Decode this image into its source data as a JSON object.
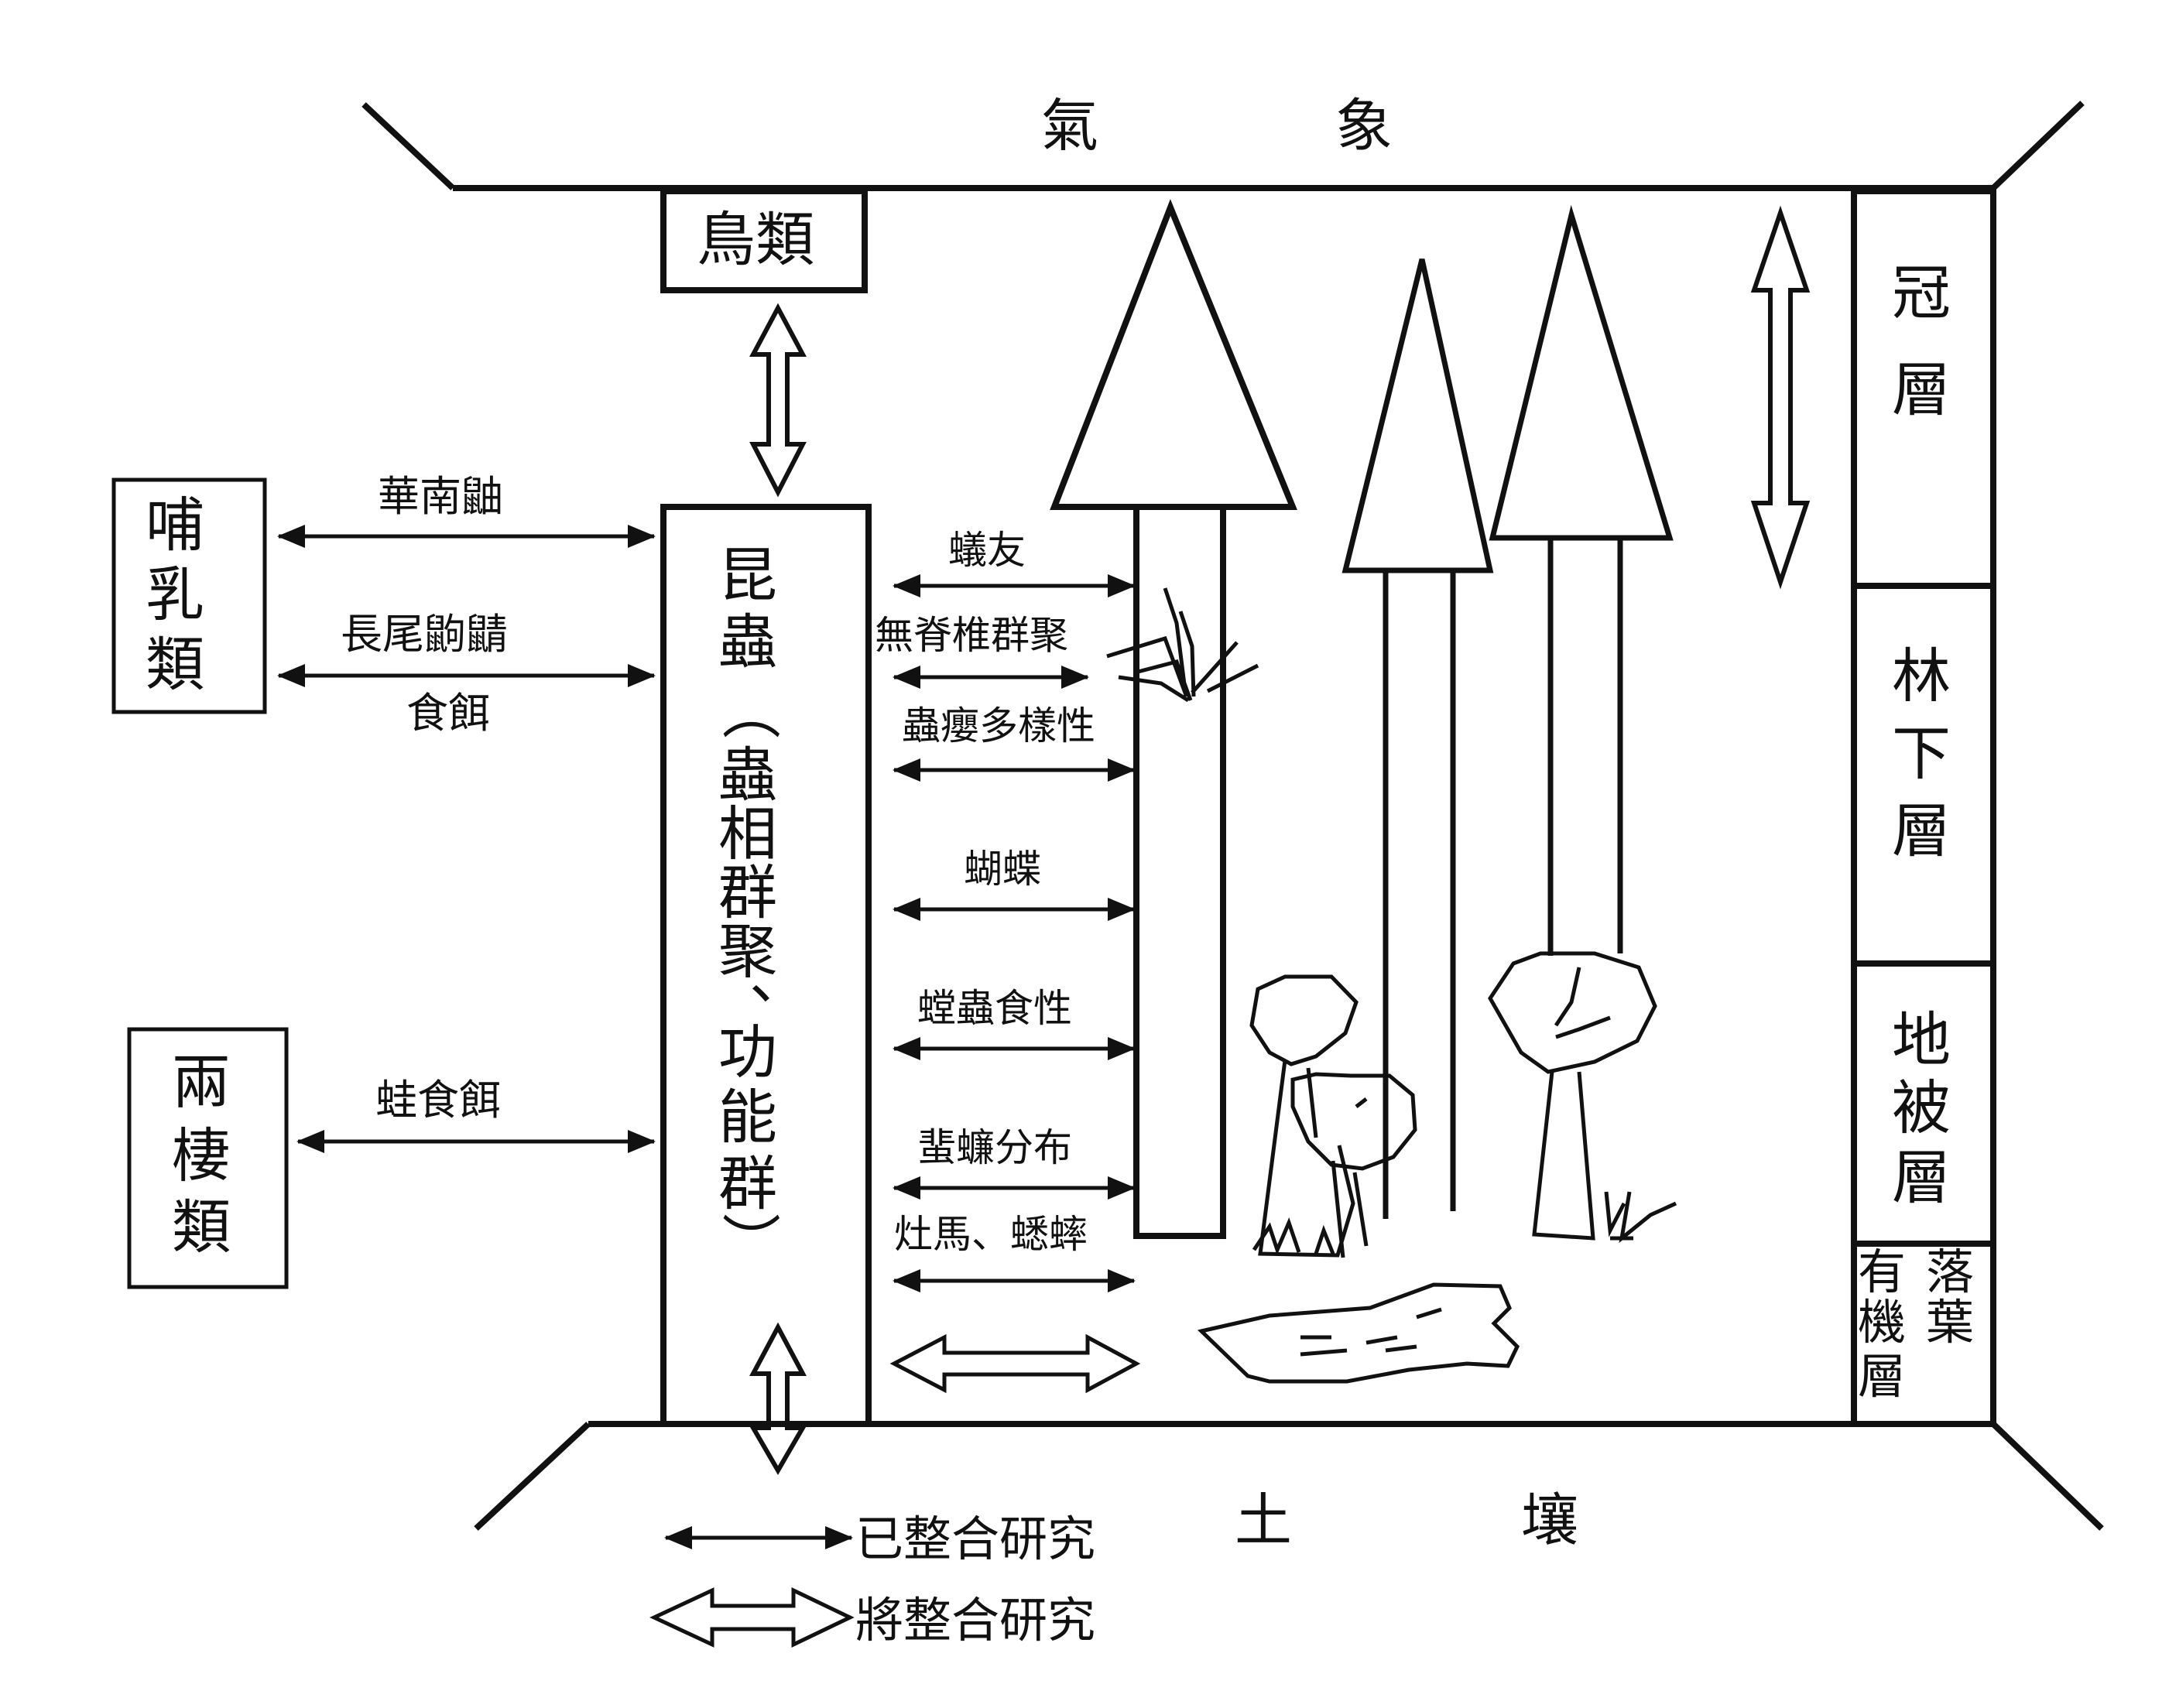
{
  "diagram": {
    "top_label": [
      "氣",
      "象"
    ],
    "bottom_label": [
      "土",
      "壤"
    ],
    "boxes": {
      "birds": "鳥類",
      "mammals": [
        "哺",
        "乳",
        "類"
      ],
      "amphibians": [
        "兩",
        "棲",
        "類"
      ],
      "insects": [
        "昆",
        "蟲",
        "（",
        "蟲",
        "相",
        "群",
        "聚",
        "、",
        "功",
        "能",
        "群",
        "）"
      ]
    },
    "layers": {
      "canopy": [
        "冠",
        "層"
      ],
      "understory": [
        "林",
        "下",
        "層"
      ],
      "ground_cover": [
        "地",
        "被",
        "層"
      ],
      "litter_right": [
        "落",
        "葉"
      ],
      "litter_left": [
        "有",
        "機",
        "層"
      ]
    },
    "left_links": {
      "mammal_top": "華南鼬",
      "mammal_mid": "長尾鼩鼱",
      "mammal_bottom": "食餌",
      "amphibian": "蛙食餌"
    },
    "insect_links": [
      "蟻友",
      "無脊椎群聚",
      "蟲癭多樣性",
      "蝴蝶",
      "螳蟲食性",
      "蜚蠊分布",
      "灶馬、蟋蟀"
    ]
  },
  "legend": {
    "integrated": "已整合研究",
    "to_integrate": "將整合研究"
  },
  "colors": {
    "line": "#111111",
    "background": "#ffffff"
  }
}
